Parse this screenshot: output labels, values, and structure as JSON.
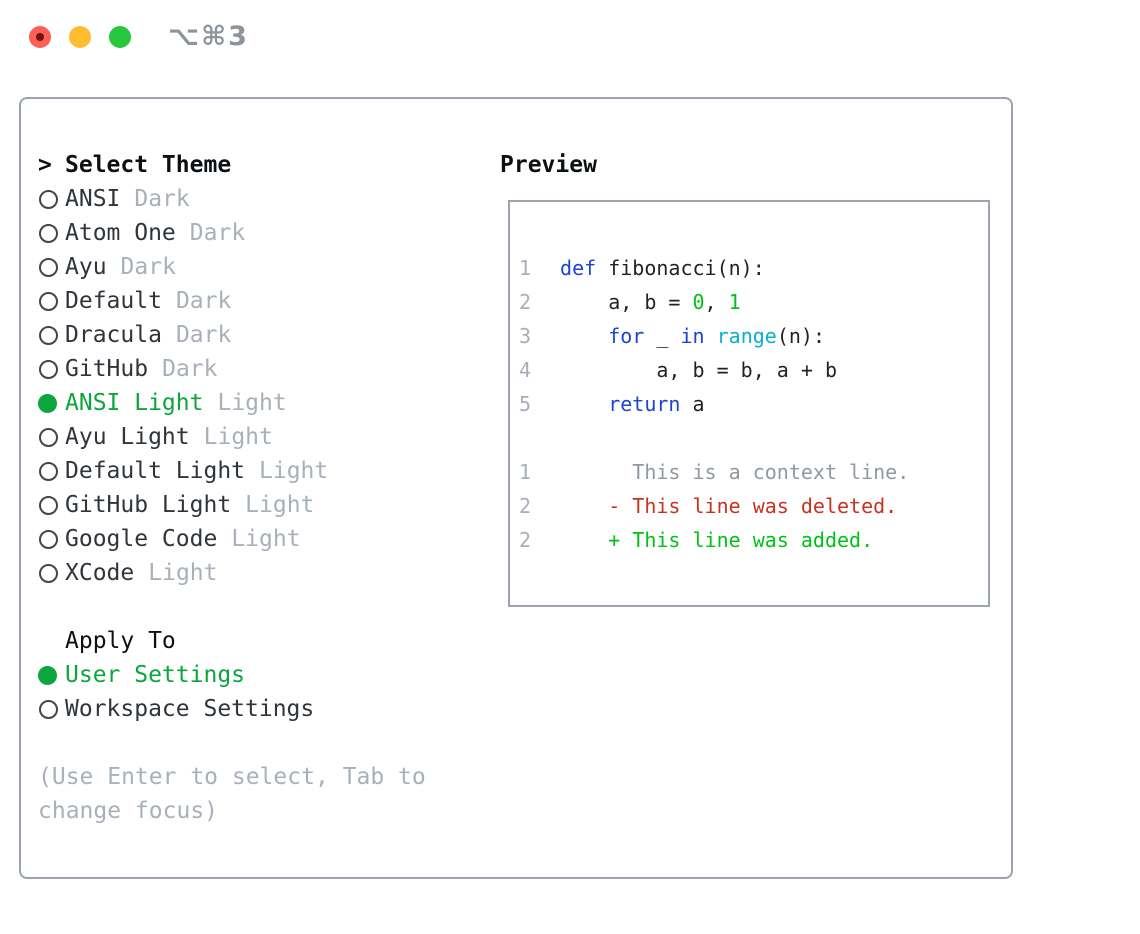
{
  "window": {
    "shortcut": "⌥⌘3",
    "traffic_lights": [
      {
        "name": "close",
        "color": "#fb5f57"
      },
      {
        "name": "minimize",
        "color": "#fdbd2e"
      },
      {
        "name": "zoom",
        "color": "#29c73e"
      }
    ]
  },
  "colors": {
    "selection_green": "#0ca63c",
    "bright_green": "#00c214",
    "keyword_blue": "#1c43d8",
    "function_cyan": "#0ab2c6",
    "deleted_red": "#c5341f",
    "muted_gray": "#a8b0ba",
    "panel_border": "#9aa3ae"
  },
  "theme_picker": {
    "prompt": ">",
    "title": "Select Theme",
    "items": [
      {
        "name": "ANSI",
        "variant": "Dark",
        "selected": false
      },
      {
        "name": "Atom One",
        "variant": "Dark",
        "selected": false
      },
      {
        "name": "Ayu",
        "variant": "Dark",
        "selected": false
      },
      {
        "name": "Default",
        "variant": "Dark",
        "selected": false
      },
      {
        "name": "Dracula",
        "variant": "Dark",
        "selected": false
      },
      {
        "name": "GitHub",
        "variant": "Dark",
        "selected": false
      },
      {
        "name": "ANSI Light",
        "variant": "Light",
        "selected": true
      },
      {
        "name": "Ayu Light",
        "variant": "Light",
        "selected": false
      },
      {
        "name": "Default Light",
        "variant": "Light",
        "selected": false
      },
      {
        "name": "GitHub Light",
        "variant": "Light",
        "selected": false
      },
      {
        "name": "Google Code",
        "variant": "Light",
        "selected": false
      },
      {
        "name": "XCode",
        "variant": "Light",
        "selected": false
      }
    ]
  },
  "apply_to": {
    "title": "Apply To",
    "options": [
      {
        "label": "User Settings",
        "selected": true
      },
      {
        "label": "Workspace Settings",
        "selected": false
      }
    ]
  },
  "help": {
    "text": "(Use Enter to select, Tab to change focus)"
  },
  "preview": {
    "title": "Preview",
    "code_lines": [
      {
        "ln": "1",
        "segs": [
          {
            "t": "def",
            "c": "kw"
          },
          {
            "t": " fibonacci(n):",
            "c": "fg"
          }
        ]
      },
      {
        "ln": "2",
        "segs": [
          {
            "t": "    a, b = ",
            "c": "fg"
          },
          {
            "t": "0",
            "c": "num"
          },
          {
            "t": ", ",
            "c": "fg"
          },
          {
            "t": "1",
            "c": "num"
          }
        ]
      },
      {
        "ln": "3",
        "segs": [
          {
            "t": "    ",
            "c": "fg"
          },
          {
            "t": "for",
            "c": "kw"
          },
          {
            "t": " _ ",
            "c": "fg"
          },
          {
            "t": "in",
            "c": "kw"
          },
          {
            "t": " ",
            "c": "fg"
          },
          {
            "t": "range",
            "c": "fn"
          },
          {
            "t": "(n):",
            "c": "fg"
          }
        ]
      },
      {
        "ln": "4",
        "segs": [
          {
            "t": "        a, b = b, a + b",
            "c": "fg"
          }
        ]
      },
      {
        "ln": "5",
        "segs": [
          {
            "t": "    ",
            "c": "fg"
          },
          {
            "t": "return",
            "c": "kw"
          },
          {
            "t": " a",
            "c": "fg"
          }
        ]
      }
    ],
    "diff_lines": [
      {
        "ln": "1",
        "segs": [
          {
            "t": "      This is a context line.",
            "c": "ctx"
          }
        ]
      },
      {
        "ln": "2",
        "segs": [
          {
            "t": "    - This line was deleted.",
            "c": "del"
          }
        ]
      },
      {
        "ln": "2",
        "segs": [
          {
            "t": "    + This line was added.",
            "c": "add"
          }
        ]
      }
    ]
  }
}
